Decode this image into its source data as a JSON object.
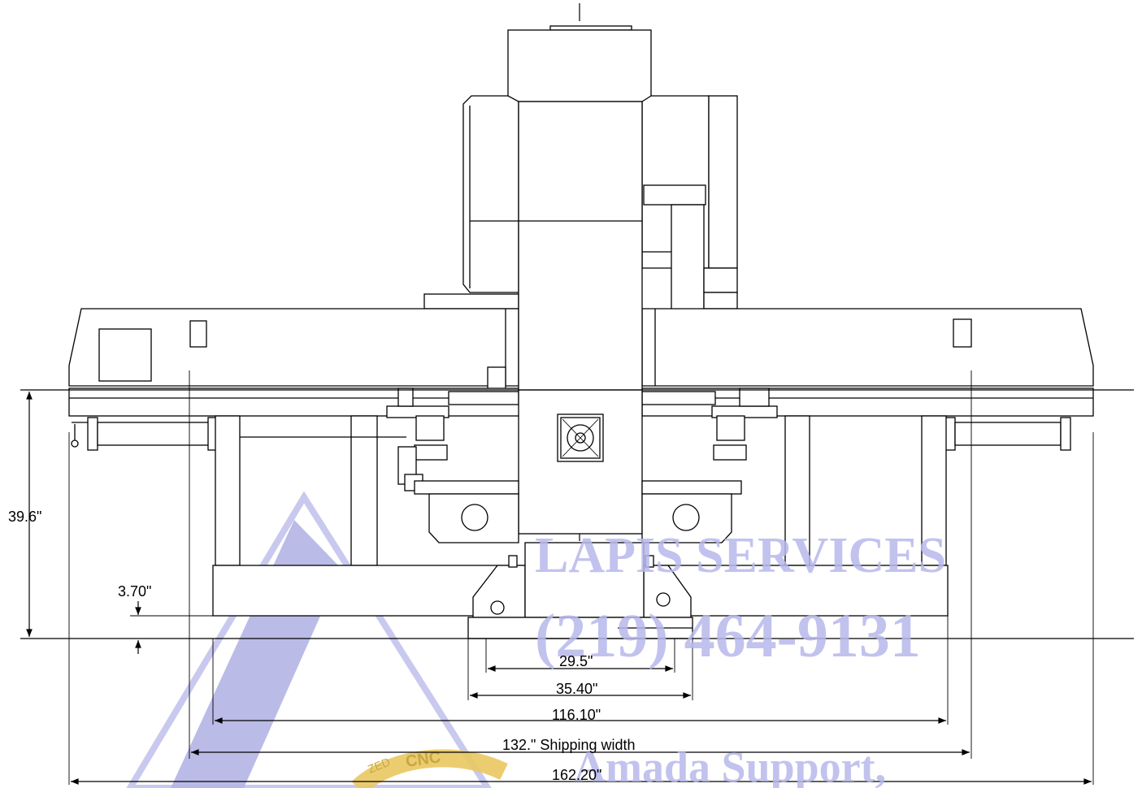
{
  "dimensions": {
    "height_total": "39.6\"",
    "base_height": "3.70\"",
    "foot_inner": "29.5\"",
    "foot_outer": "35.40\"",
    "base_width": "116.10\"",
    "shipping_width": "132.\" Shipping width",
    "overall_width": "162.20\""
  },
  "watermark": {
    "company": "LAPIS SERVICES",
    "phone": "(219) 464-9131",
    "support": "Amada Support,",
    "badge": "CNC",
    "badge_prefix": "ZED"
  },
  "colors": {
    "line": "#000000",
    "watermark_text": "#b8b8ec",
    "watermark_triangle": "#b4b4e6",
    "watermark_badge": "#e9c860"
  }
}
